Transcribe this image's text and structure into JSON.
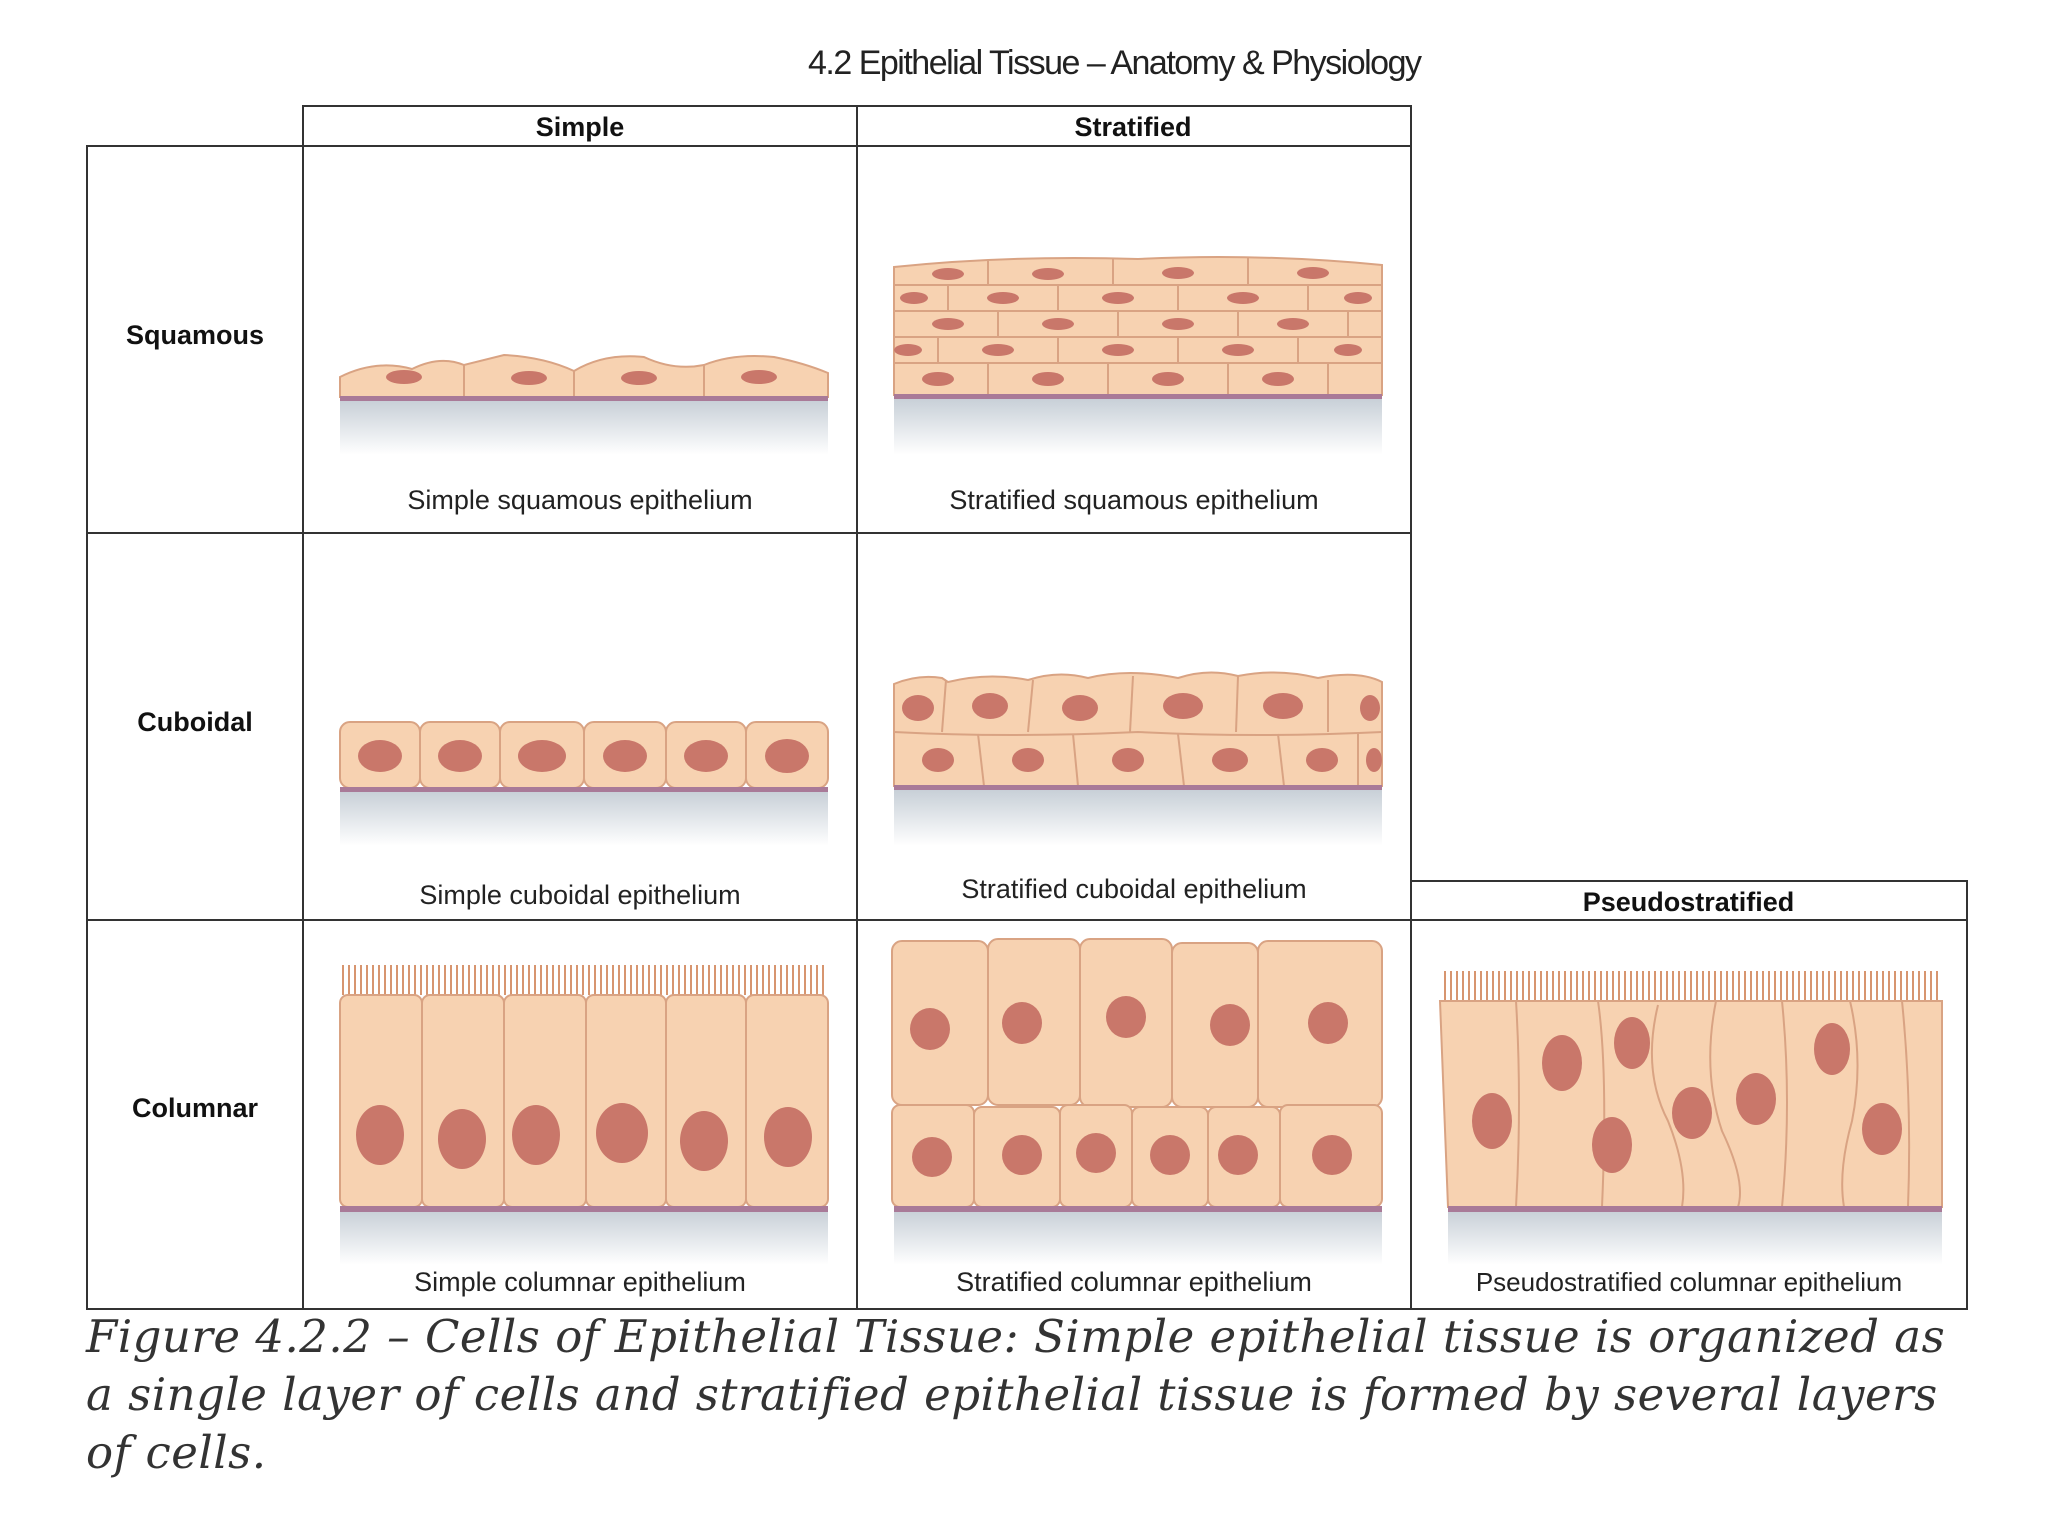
{
  "header": {
    "title": "4.2 Epithelial Tissue – Anatomy & Physiology"
  },
  "table": {
    "columns": [
      "Simple",
      "Stratified",
      "Pseudostratified"
    ],
    "rows": [
      "Squamous",
      "Cuboidal",
      "Columnar"
    ],
    "cells": {
      "simple_squamous": "Simple squamous epithelium",
      "stratified_squamous": "Stratified squamous epithelium",
      "simple_cuboidal": "Simple cuboidal epithelium",
      "stratified_cuboidal": "Stratified cuboidal epithelium",
      "simple_columnar": "Simple columnar epithelium",
      "stratified_columnar": "Stratified columnar epithelium",
      "pseudostratified_columnar": "Pseudostratified columnar epithelium"
    }
  },
  "colors": {
    "cell_fill": "#f7d2b1",
    "cell_outline": "#d9a383",
    "nucleus": "#c9776a",
    "basement": "#a97a98",
    "connective": "#c6ced6",
    "cilia": "#d7956f"
  },
  "figure": {
    "caption": "Figure 4.2.2 – Cells of Epithelial Tissue: Simple epithelial tissue is organized as a single layer of cells and stratified epithelial tissue is formed by several layers of cells."
  }
}
